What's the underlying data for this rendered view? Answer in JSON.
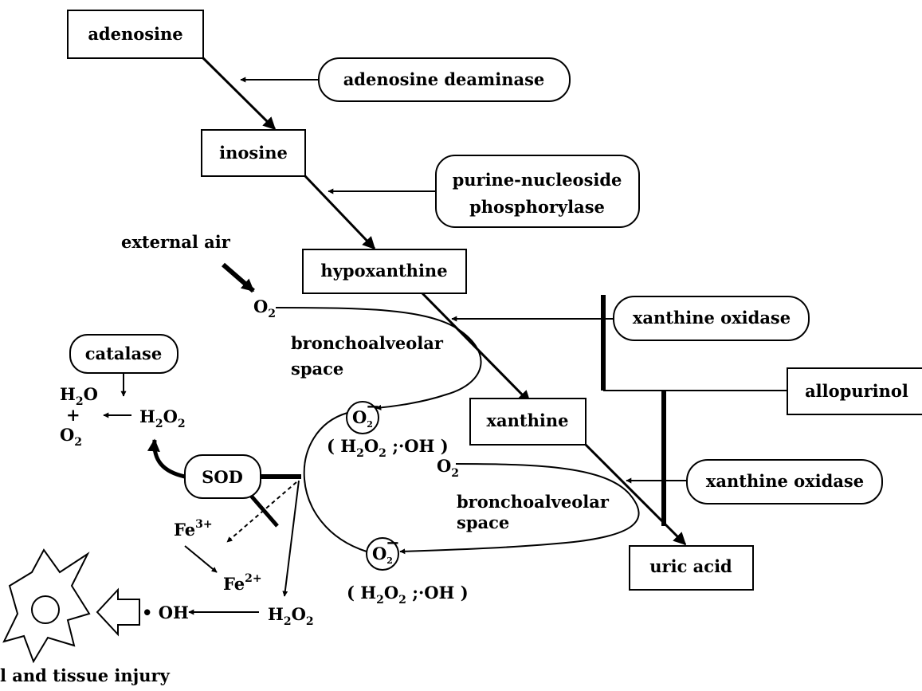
{
  "metabolites": {
    "adenosine": "adenosine",
    "inosine": "inosine",
    "hypoxanthine": "hypoxanthine",
    "xanthine": "xanthine",
    "uric_acid": "uric acid"
  },
  "enzymes": {
    "adenosine_deaminase": "adenosine deaminase",
    "pnp_line1": "purine-nucleoside",
    "pnp_line2": "phosphorylase",
    "xanthine_oxidase_1": "xanthine oxidase",
    "xanthine_oxidase_2": "xanthine oxidase",
    "allopurinol": "allopurinol",
    "catalase": "catalase",
    "sod": "SOD"
  },
  "labels": {
    "external_air": "external air",
    "o2": "O",
    "o2_sub": "2",
    "bronch1_line1": "bronchoalveolar",
    "bronch1_line2": "space",
    "bronch2_line1": "bronchoalveolar",
    "bronch2_line2": "space",
    "superoxide": "O",
    "superoxide_sub": "2",
    "superoxide_sup": "−",
    "h2o2_paren": "( H",
    "h2o2_paren_sub1": "2",
    "h2o2_paren_mid": "O",
    "h2o2_paren_sub2": "2",
    "h2o2_paren_rest": " ;·OH )",
    "h2o": "H",
    "h2o_sub": "2",
    "h2o_rest": "O",
    "plus": "+",
    "h2o2": "H",
    "h2o2_sub1": "2",
    "h2o2_mid": "O",
    "h2o2_sub2": "2",
    "fe3": "Fe",
    "fe3_sup": "3+",
    "fe2": "Fe",
    "fe2_sup": "2+",
    "oh_radical": "• OH",
    "injury": "l and tissue injury"
  }
}
